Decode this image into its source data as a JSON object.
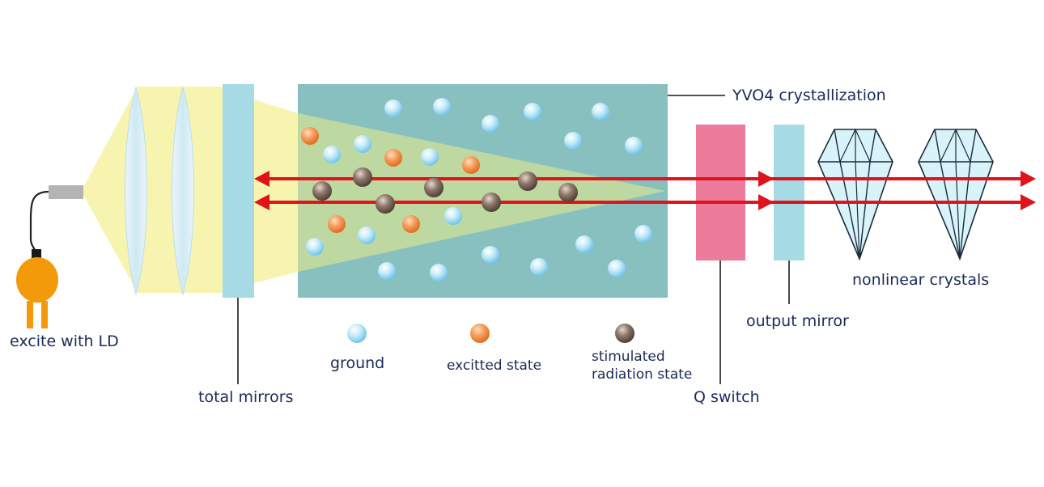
{
  "labels": {
    "excite": "excite with LD",
    "total_mirrors": "total mirrors",
    "crystallization": "YVO4 crystallization",
    "q_switch": "Q switch",
    "output_mirror": "output mirror",
    "nonlinear": "nonlinear crystals"
  },
  "legend": {
    "ground": "ground",
    "excited": "excitted state",
    "stimulated_line1": "stimulated",
    "stimulated_line2": "radiation state"
  },
  "colors": {
    "beam": "#e0121c",
    "ground_particle": "#8fd3f0",
    "excited_particle": "#f08a3c",
    "stimulated_particle": "#7a6558",
    "crystal": "#88c0c0",
    "pump_light": "#f7f4b0",
    "mirror": "#a6dbe6",
    "q_switch": "#ec7b9b",
    "ld_body": "#f39a0a",
    "label_text": "#1b2a5a"
  }
}
